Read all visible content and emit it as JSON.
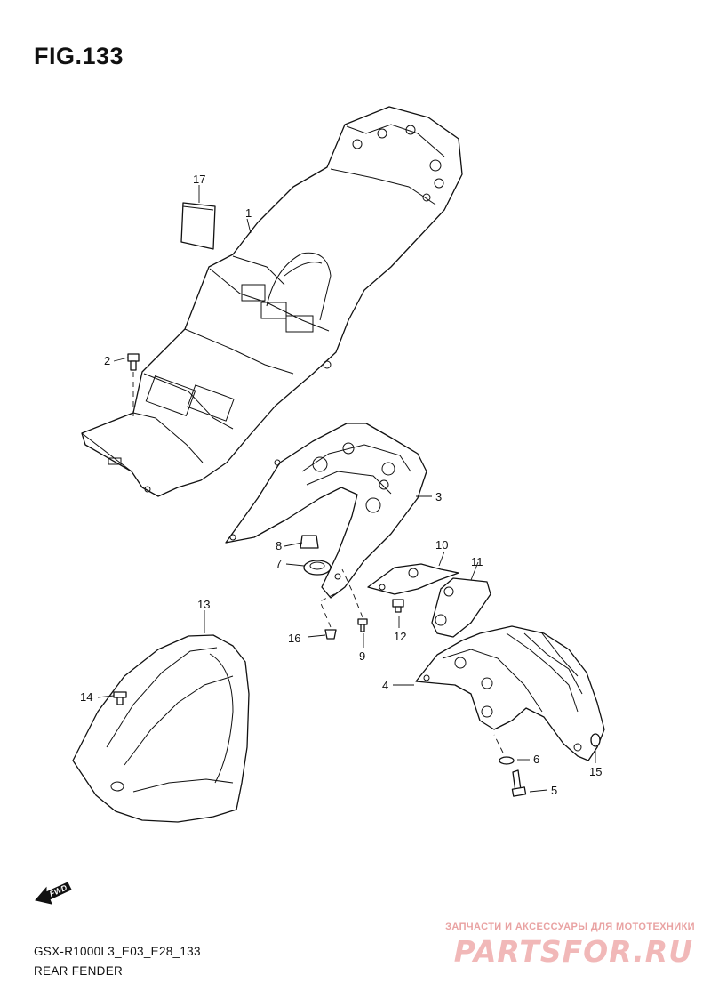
{
  "figure": {
    "title": "FIG.133",
    "model_code": "GSX-R1000L3_E03_E28_133",
    "section_name": "REAR FENDER"
  },
  "callouts": {
    "p1": "1",
    "p2": "2",
    "p3": "3",
    "p4": "4",
    "p5": "5",
    "p6": "6",
    "p7": "7",
    "p8": "8",
    "p9": "9",
    "p10": "10",
    "p11": "11",
    "p12": "12",
    "p13": "13",
    "p14": "14",
    "p15": "15",
    "p16": "16",
    "p17": "17"
  },
  "direction_arrow": {
    "label": "FWD"
  },
  "watermark": {
    "tagline": "ЗАПЧАСТИ И АКСЕССУАРЫ ДЛЯ МОТОТЕХНИКИ",
    "logo": "PARTSFOR.RU"
  }
}
